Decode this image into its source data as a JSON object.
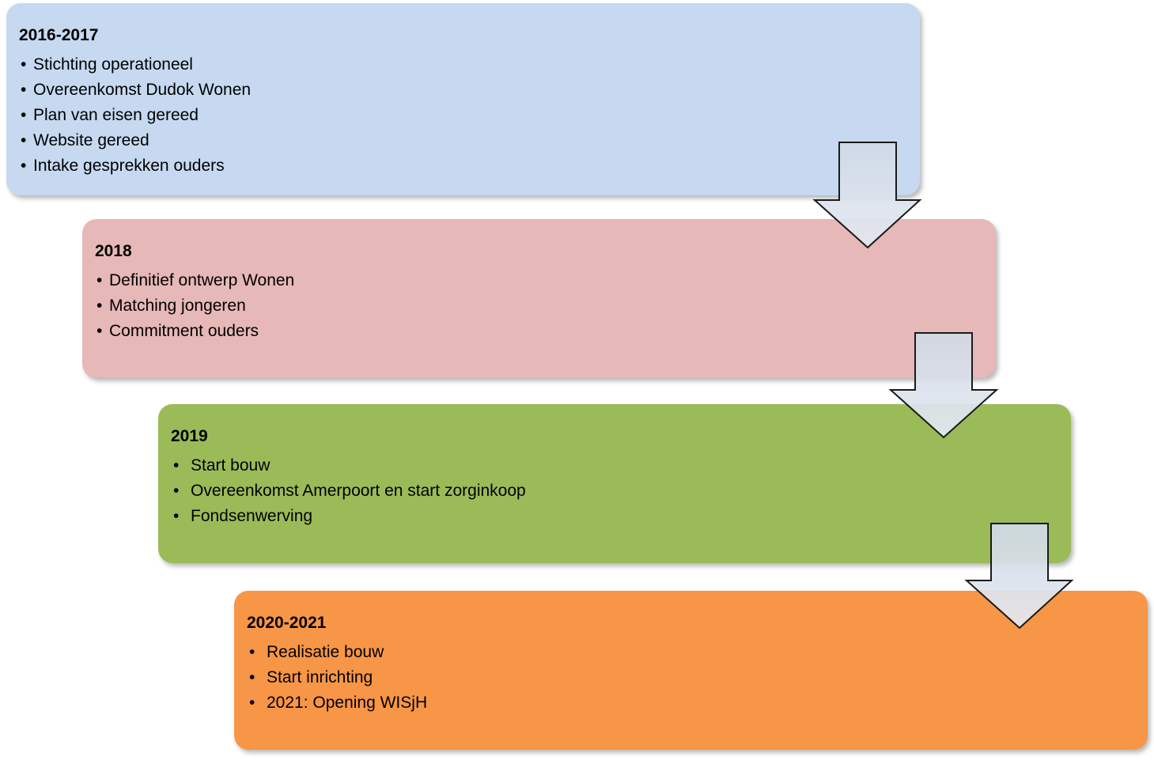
{
  "colors": {
    "stage1": "#c6d9f1",
    "stage2": "#e6b8b7",
    "stage3": "#9bbb59",
    "stage4": "#f79646",
    "arrow_fill": "#d9e1ec",
    "arrow_stroke": "#1a1a1a"
  },
  "stages": [
    {
      "title": "2016-2017",
      "items": [
        "Stichting operationeel",
        "Overeenkomst Dudok Wonen",
        "Plan van eisen gereed",
        "Website gereed",
        "Intake gesprekken ouders"
      ]
    },
    {
      "title": "2018",
      "items": [
        "Definitief ontwerp Wonen",
        "Matching jongeren",
        "Commitment ouders"
      ]
    },
    {
      "title": "2019",
      "items": [
        "Start bouw",
        "Overeenkomst Amerpoort en start zorginkoop",
        "Fondsenwerving"
      ]
    },
    {
      "title": "2020-2021",
      "items": [
        "Realisatie bouw",
        "Start inrichting",
        "2021: Opening WISjH"
      ]
    }
  ],
  "bullet_glyph": "•"
}
